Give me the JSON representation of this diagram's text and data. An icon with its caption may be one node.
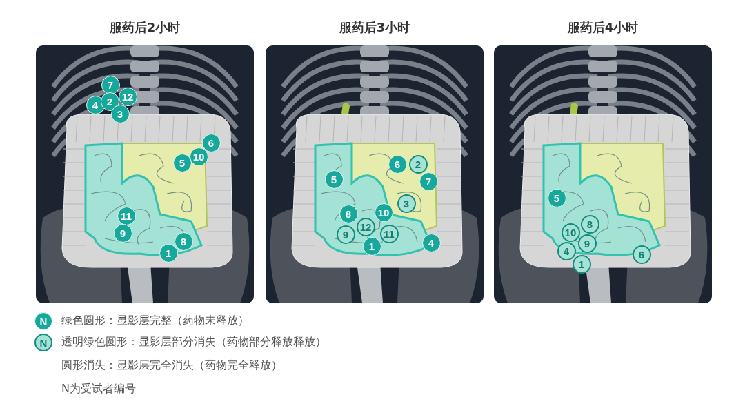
{
  "diagram": {
    "nodes": [
      {
        "text": [
          "服药后2小时"
        ]
      },
      {
        "text": [
          "服药后3小时"
        ]
      },
      {
        "text": [
          "服药后4小时"
        ]
      },
      {
        "text": [
          "7"
        ],
        "in": 0
      },
      {
        "text": [
          "12"
        ],
        "in": 0
      },
      {
        "text": [
          "4"
        ],
        "in": 0
      },
      {
        "text": [
          "2"
        ],
        "in": 0
      },
      {
        "text": [
          "3"
        ],
        "in": 0
      },
      {
        "text": [
          "6"
        ],
        "in": 0
      },
      {
        "text": [
          "10"
        ],
        "in": 0
      },
      {
        "text": [
          "5"
        ],
        "in": 0
      },
      {
        "text": [
          "11"
        ],
        "in": 0
      },
      {
        "text": [
          "9"
        ],
        "in": 0
      },
      {
        "text": [
          "8"
        ],
        "in": 0
      },
      {
        "text": [
          "1"
        ],
        "in": 0
      },
      {
        "text": [
          "6"
        ],
        "in": 1
      },
      {
        "text": [
          "2"
        ],
        "in": 1
      },
      {
        "text": [
          "5"
        ],
        "in": 1
      },
      {
        "text": [
          "7"
        ],
        "in": 1
      },
      {
        "text": [
          "3"
        ],
        "in": 1
      },
      {
        "text": [
          "8"
        ],
        "in": 1
      },
      {
        "text": [
          "10"
        ],
        "in": 1
      },
      {
        "text": [
          "12"
        ],
        "in": 1
      },
      {
        "text": [
          "9"
        ],
        "in": 1
      },
      {
        "text": [
          "11"
        ],
        "in": 1
      },
      {
        "text": [
          "1"
        ],
        "in": 1
      },
      {
        "text": [
          "4"
        ],
        "in": 1
      },
      {
        "text": [
          "5"
        ],
        "in": 2
      },
      {
        "text": [
          "8"
        ],
        "in": 2
      },
      {
        "text": [
          "10"
        ],
        "in": 2
      },
      {
        "text": [
          "9"
        ],
        "in": 2
      },
      {
        "text": [
          "4"
        ],
        "in": 2
      },
      {
        "text": [
          "1"
        ],
        "in": 2
      },
      {
        "text": [
          "6"
        ],
        "in": 2
      }
    ],
    "labels": [
      "N",
      "N",
      "N为受试者编号"
    ],
    "legend": [
      {
        "text": "绿色圆形：显影层完整（药物未释放）",
        "color": "#16a99b"
      },
      {
        "text": "透明绿色圆形：显影层部分消失（药物部分释放释放）",
        "color": "#a6e2d6"
      },
      {
        "text": "圆形消失：显影层完全消失（药物完全释放）"
      }
    ]
  }
}
